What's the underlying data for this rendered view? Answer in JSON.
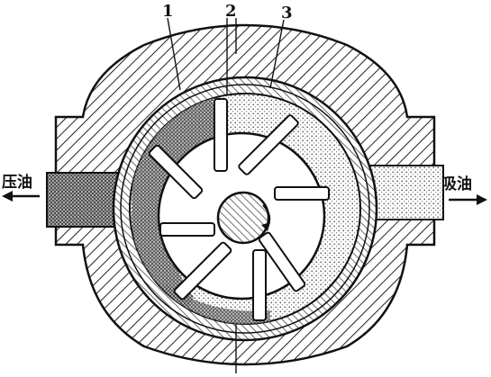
{
  "labels": {
    "part_1": "1",
    "part_2": "2",
    "part_3": "3",
    "discharge": "压油",
    "suction": "吸油"
  },
  "figure": {
    "blade_count": 8,
    "icons": [
      "hatched-housing",
      "stator-ring",
      "rotor",
      "drive-shaft",
      "vane",
      "oil-chamber",
      "flow-arrow"
    ]
  }
}
